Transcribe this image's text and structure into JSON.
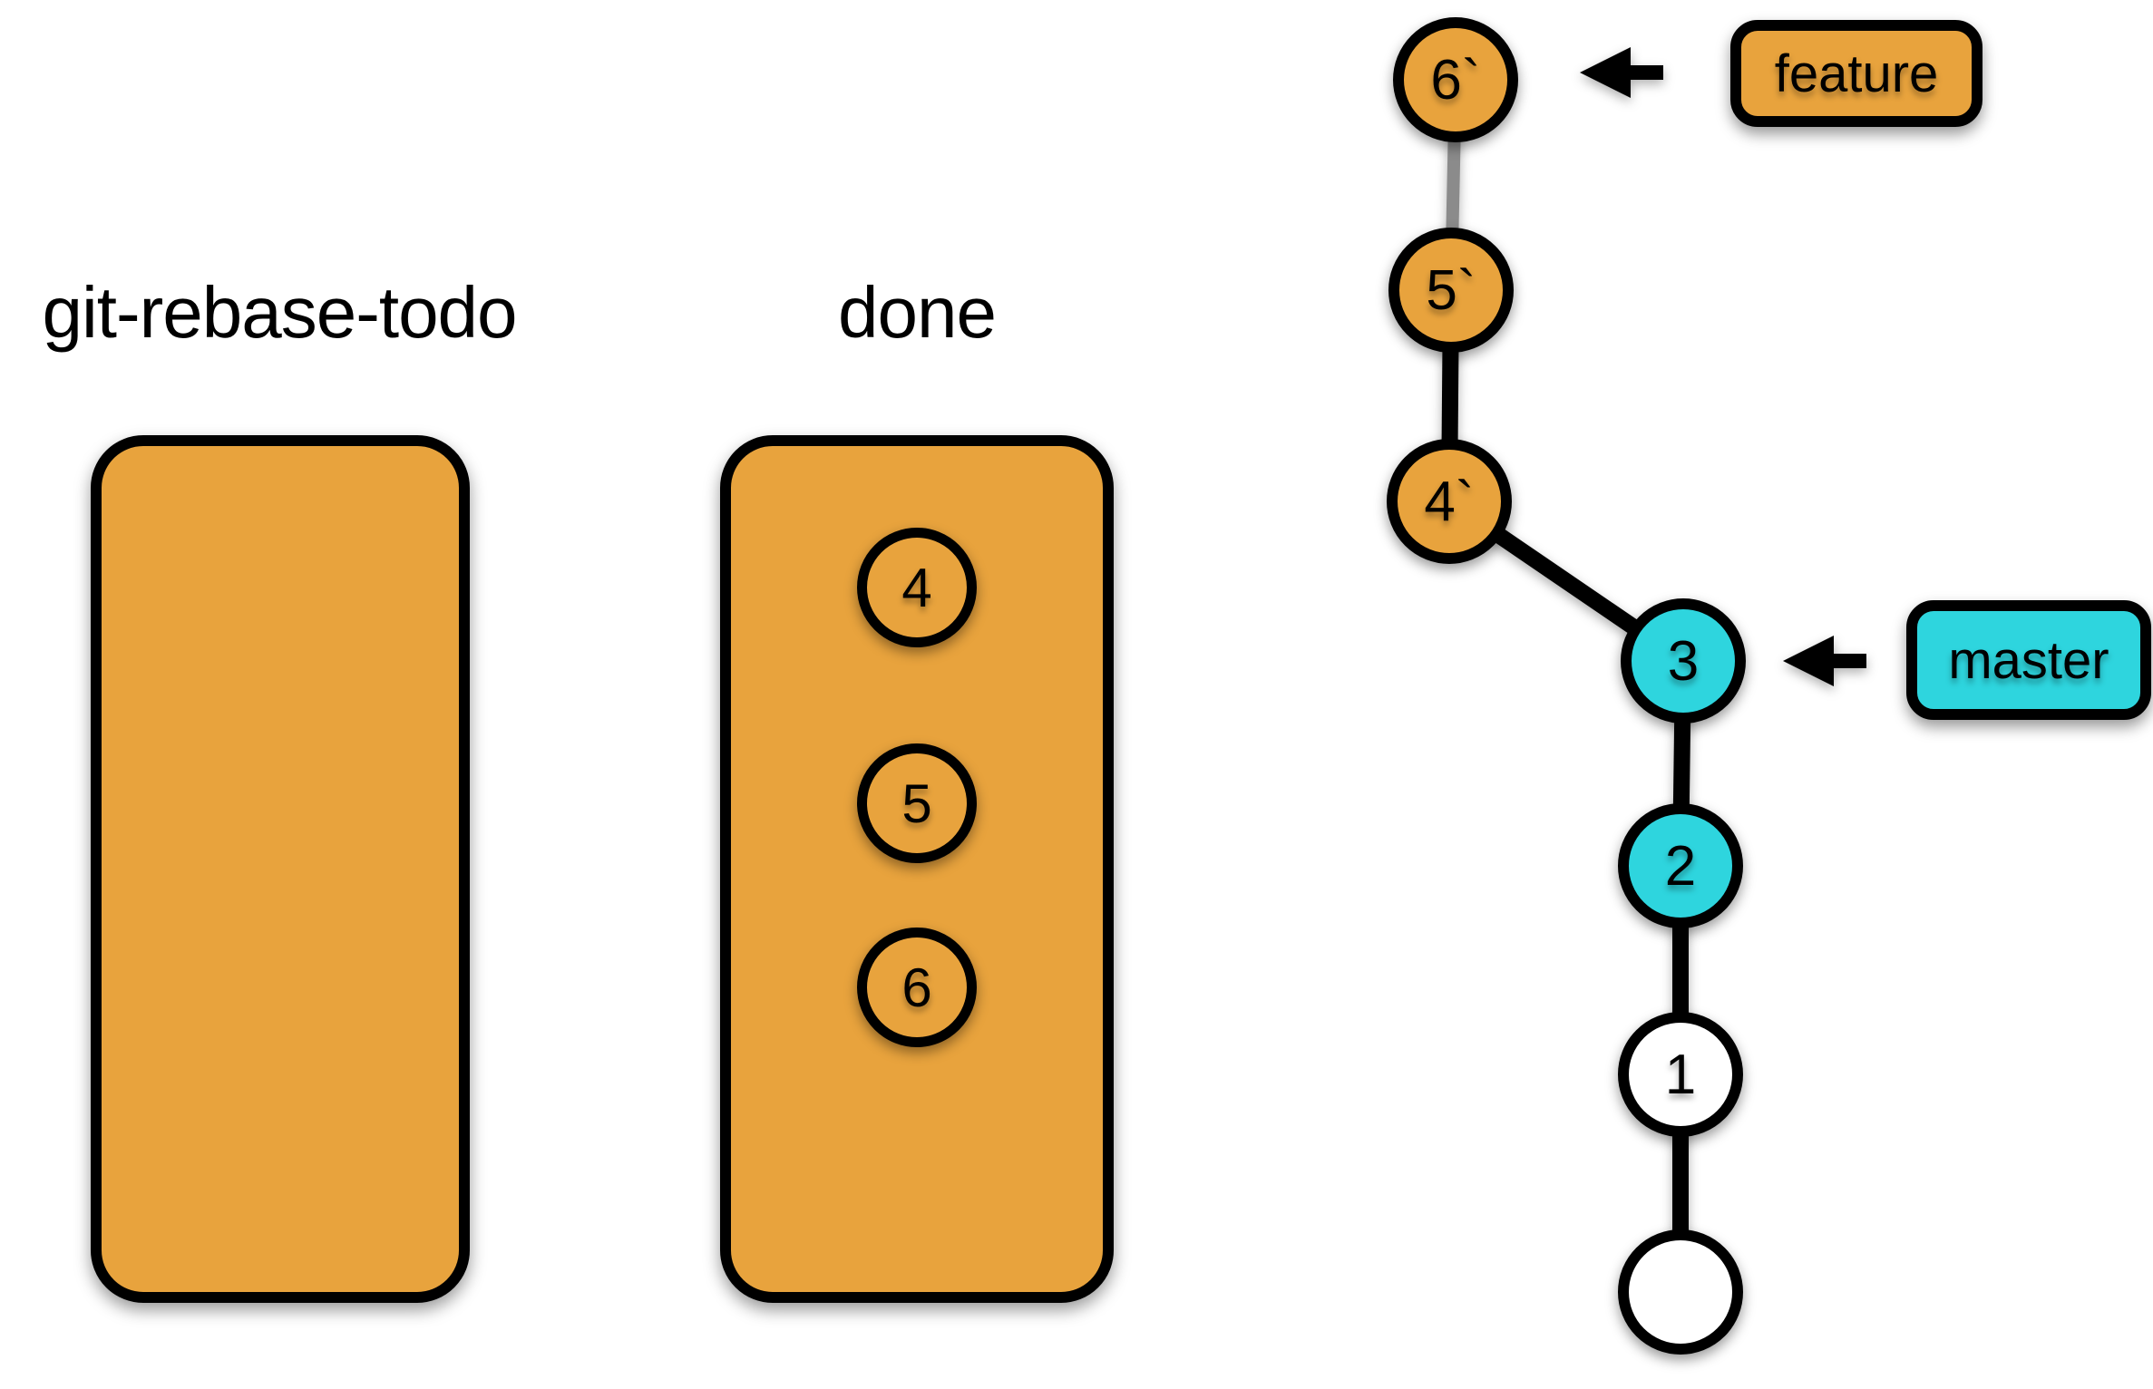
{
  "colors": {
    "orange": "#E8A33D",
    "cyan": "#2ED5DE",
    "white": "#FFFFFF",
    "black": "#000000",
    "edge_gray": "#8B8B8B",
    "background": "#FFFFFF"
  },
  "panels": {
    "todo": {
      "title": "git-rebase-todo",
      "items": []
    },
    "done": {
      "title": "done",
      "items": [
        {
          "label": "4"
        },
        {
          "label": "5"
        },
        {
          "label": "6"
        }
      ]
    }
  },
  "graph": {
    "nodes": [
      {
        "id": "6-prime",
        "label": "6`",
        "fill": "orange"
      },
      {
        "id": "5-prime",
        "label": "5`",
        "fill": "orange"
      },
      {
        "id": "4-prime",
        "label": "4`",
        "fill": "orange"
      },
      {
        "id": "3",
        "label": "3",
        "fill": "cyan"
      },
      {
        "id": "2",
        "label": "2",
        "fill": "cyan"
      },
      {
        "id": "1",
        "label": "1",
        "fill": "white"
      },
      {
        "id": "root",
        "label": "",
        "fill": "white"
      }
    ],
    "edges": [
      {
        "from": "6-prime",
        "to": "5-prime",
        "style": "gray"
      },
      {
        "from": "5-prime",
        "to": "4-prime",
        "style": "black"
      },
      {
        "from": "4-prime",
        "to": "3",
        "style": "black"
      },
      {
        "from": "3",
        "to": "2",
        "style": "black"
      },
      {
        "from": "2",
        "to": "1",
        "style": "black"
      },
      {
        "from": "1",
        "to": "root",
        "style": "black"
      }
    ],
    "branches": [
      {
        "label": "feature",
        "fill": "orange",
        "points_to": "6-prime"
      },
      {
        "label": "master",
        "fill": "cyan",
        "points_to": "3"
      }
    ]
  }
}
